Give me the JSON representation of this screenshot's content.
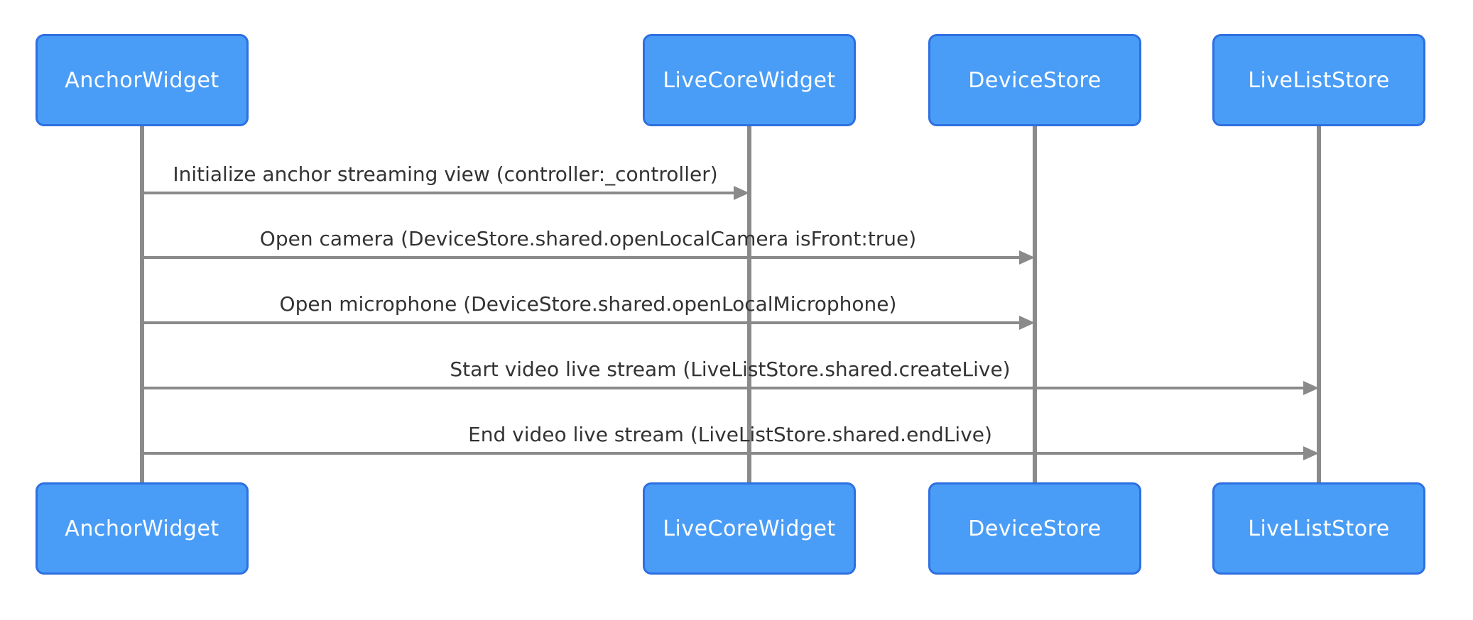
{
  "diagram": {
    "type": "sequence-diagram",
    "actors": [
      {
        "label": "AnchorWidget"
      },
      {
        "label": "LiveCoreWidget"
      },
      {
        "label": "DeviceStore"
      },
      {
        "label": "LiveListStore"
      }
    ],
    "messages": [
      {
        "from": "AnchorWidget",
        "to": "LiveCoreWidget",
        "arrow": "solid-filled-head",
        "text": "Initialize anchor streaming view (controller:_controller)"
      },
      {
        "from": "AnchorWidget",
        "to": "DeviceStore",
        "arrow": "solid-filled-head",
        "text": "Open camera (DeviceStore.shared.openLocalCamera isFront:true)"
      },
      {
        "from": "AnchorWidget",
        "to": "DeviceStore",
        "arrow": "solid-filled-head",
        "text": "Open microphone (DeviceStore.shared.openLocalMicrophone)"
      },
      {
        "from": "AnchorWidget",
        "to": "LiveListStore",
        "arrow": "solid-filled-head",
        "text": "Start video live stream (LiveListStore.shared.createLive)"
      },
      {
        "from": "AnchorWidget",
        "to": "LiveListStore",
        "arrow": "solid-filled-head",
        "text": "End video live stream (LiveListStore.shared.endLive)"
      }
    ],
    "colors": {
      "actor_fill": "#4a9df6",
      "actor_border": "#2e6fe2",
      "actor_text": "#ffffff",
      "line_gray": "#8a8a8a",
      "message_text": "#333333",
      "background": "#ffffff"
    }
  }
}
